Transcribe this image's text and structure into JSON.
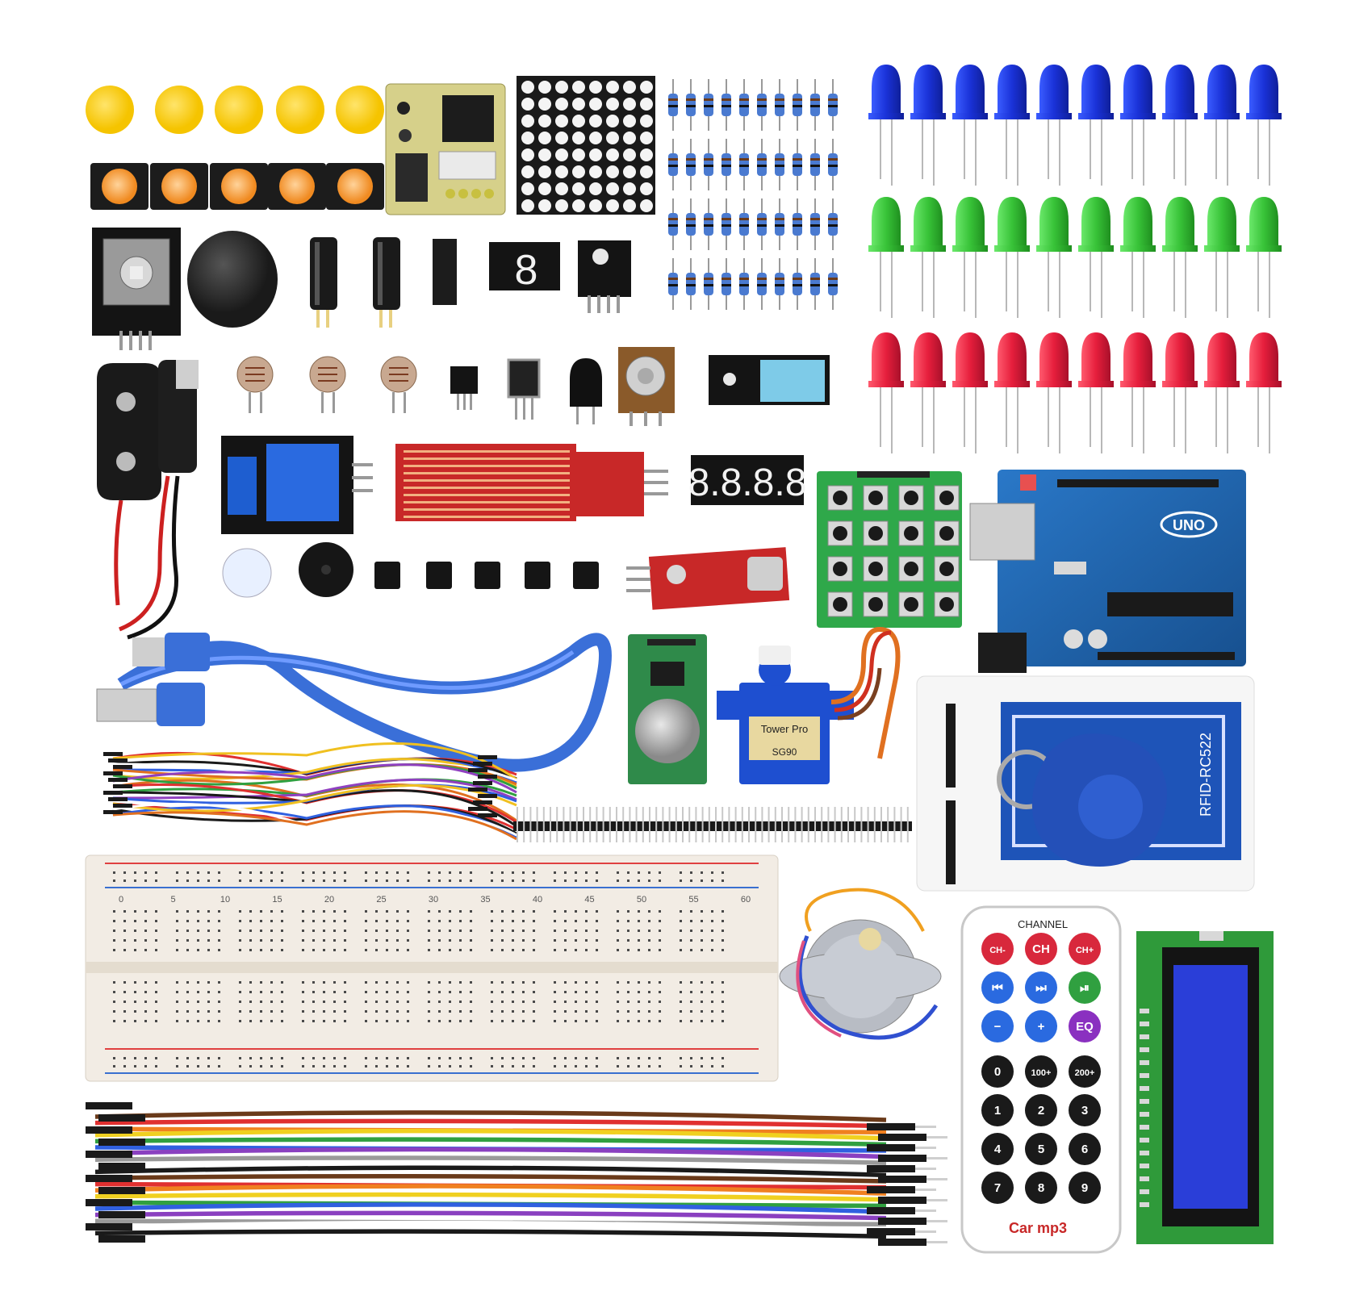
{
  "photo": {
    "background": "#ffffff"
  },
  "labels": {
    "uno_logo": "UNO",
    "rfid_label": "RFID-RC522",
    "servo_brand": "Tower Pro",
    "servo_model": "SG90",
    "remote_channel": "CHANNEL",
    "remote_buttons": [
      "CH-",
      "CH",
      "CH+",
      "⏮",
      "⏭",
      "⏯",
      "−",
      "+",
      "EQ",
      "0",
      "100+",
      "200+",
      "1",
      "2",
      "3",
      "4",
      "5",
      "6",
      "7",
      "8",
      "9"
    ],
    "remote_brand": "Car mp3",
    "seven_segment": "8",
    "four_digit": "8.8.8.8",
    "breadboard_numbers": [
      "0",
      "5",
      "10",
      "15",
      "20",
      "25",
      "30",
      "35",
      "40",
      "45",
      "50",
      "55",
      "60"
    ]
  },
  "colors": {
    "led_blue": "#1e3fe0",
    "led_green": "#3cc83c",
    "led_red": "#e61e3c",
    "cap_yellow": "#fcd21e",
    "pcb_blue": "#1a5ca8",
    "pcb_red": "#c82828",
    "cable_blue": "#3a6fd8"
  }
}
